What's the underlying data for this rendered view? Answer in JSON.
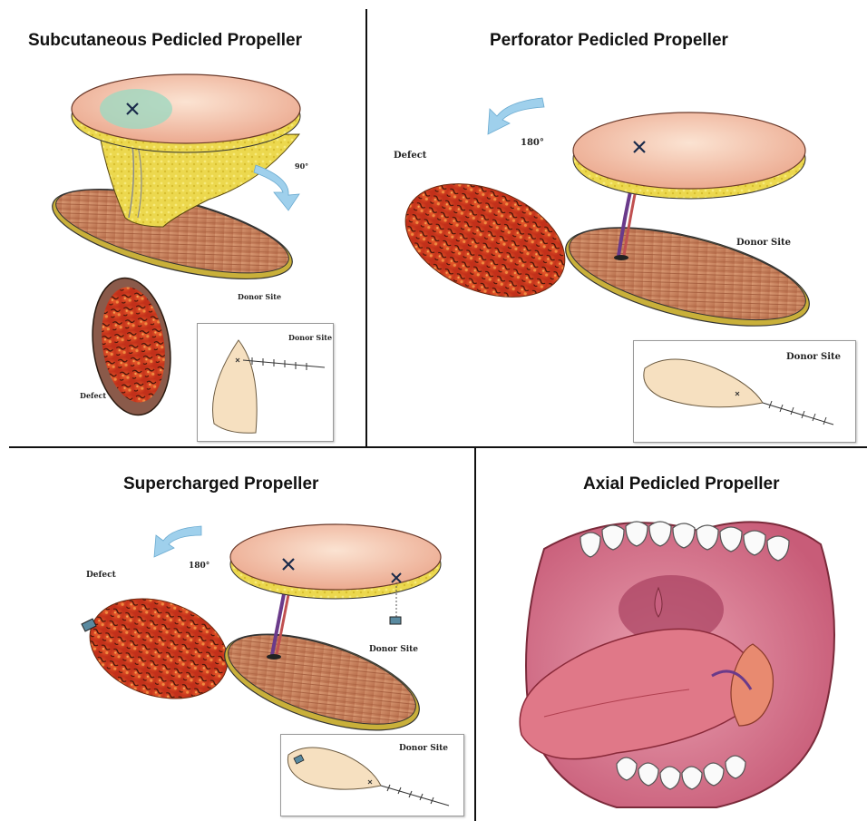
{
  "panels": {
    "subcutaneous": {
      "title": "Subcutaneous Pedicled Propeller",
      "angle": "90°",
      "defect": "Defect",
      "donor_site": "Donor Site",
      "inset_label": "Donor Site"
    },
    "perforator": {
      "title": "Perforator Pedicled Propeller",
      "angle": "180°",
      "defect": "Defect",
      "donor_site": "Donor Site",
      "inset_label": "Donor Site"
    },
    "supercharged": {
      "title": "Supercharged Propeller",
      "angle": "180°",
      "defect": "Defect",
      "donor_site": "Donor Site",
      "inset_label": "Donor Site"
    },
    "axial": {
      "title": "Axial Pedicled Propeller"
    }
  },
  "colors": {
    "skin": "#f2c7b0",
    "fat": "#e8d44a",
    "muscle": "#c8805a",
    "defect": "#d8401e",
    "arrow": "#9fd0ec",
    "divider": "#111111"
  }
}
